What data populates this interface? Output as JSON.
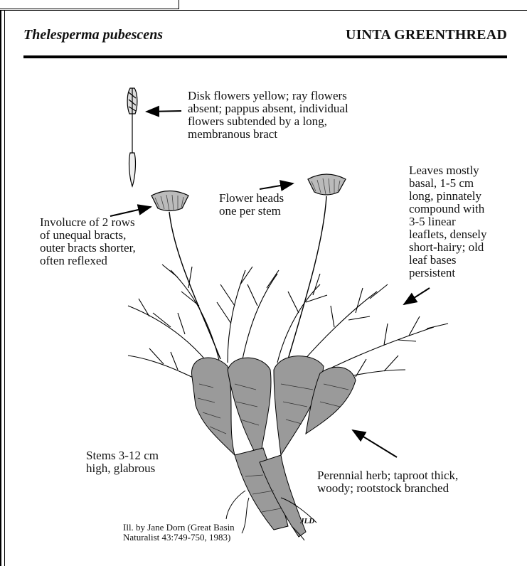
{
  "header": {
    "species": "Thelesperma pubescens",
    "common_name": "UINTA GREENTHREAD"
  },
  "labels": {
    "disk_flowers": "Disk flowers yellow; ray flowers\nabsent; pappus absent, individual\nflowers subtended by a long,\nmembranous bract",
    "flower_heads": "Flower heads\none per stem",
    "leaves": "Leaves mostly\nbasal, 1-5 cm\nlong, pinnately\ncompound with\n3-5 linear\nleaflets, densely\nshort-hairy; old\nleaf bases\npersistent",
    "involucre": "Involucre of 2 rows\nof unequal bracts,\nouter bracts shorter,\noften reflexed",
    "stems": "Stems 3-12 cm\nhigh, glabrous",
    "perennial": "Perennial herb; taproot thick,\nwoody; rootstock branched",
    "credit": "Ill. by Jane Dorn (Great Basin\nNaturalist 43:749-750, 1983)",
    "signature": "JLD"
  },
  "icons": [
    "floret-illustration",
    "plant-illustration",
    "arrow-icon"
  ]
}
